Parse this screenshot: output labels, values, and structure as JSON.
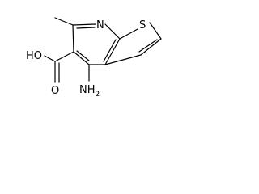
{
  "molecule": {
    "atoms": {
      "nitrogen": "N",
      "sulfur": "S",
      "hydroxyl": "HO",
      "oxygen": "O",
      "amine_n": "NH",
      "amine_h": "2"
    }
  }
}
